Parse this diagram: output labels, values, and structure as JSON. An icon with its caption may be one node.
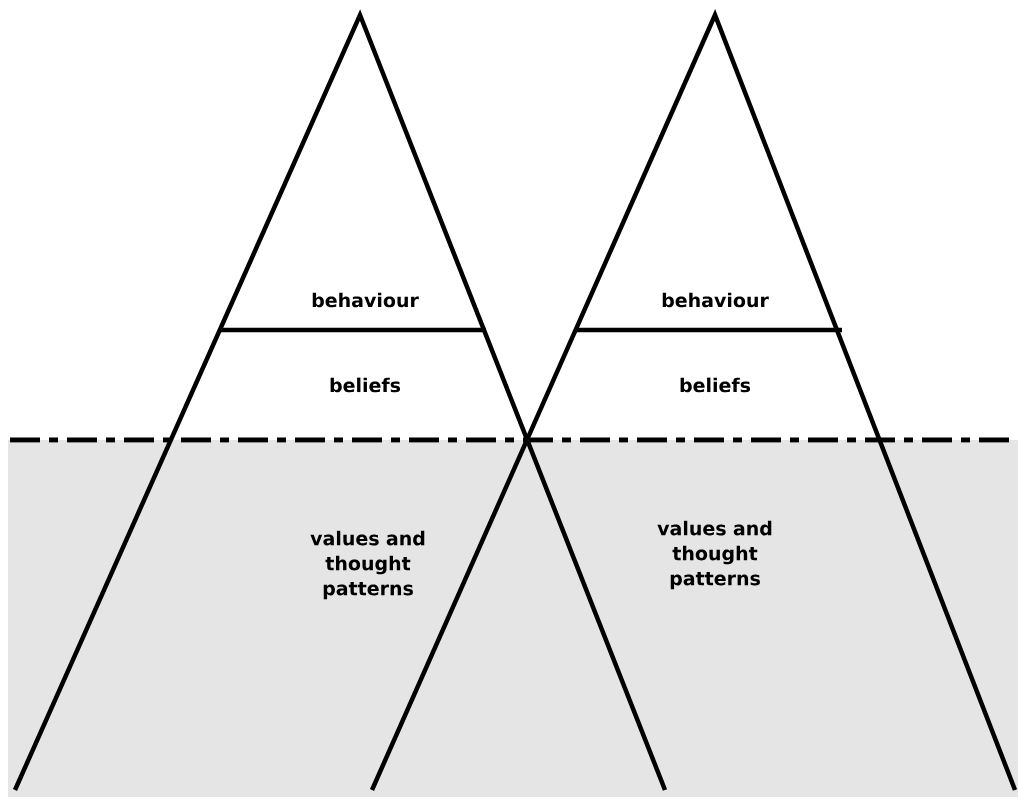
{
  "diagram": {
    "nodes": [
      {
        "text": [
          "behaviour"
        ]
      },
      {
        "text": [
          "beliefs"
        ]
      },
      {
        "text": [
          "values and thought patterns"
        ]
      },
      {
        "text": [
          "behaviour"
        ]
      },
      {
        "text": [
          "beliefs"
        ]
      },
      {
        "text": [
          "values and thought patterns"
        ]
      }
    ]
  }
}
